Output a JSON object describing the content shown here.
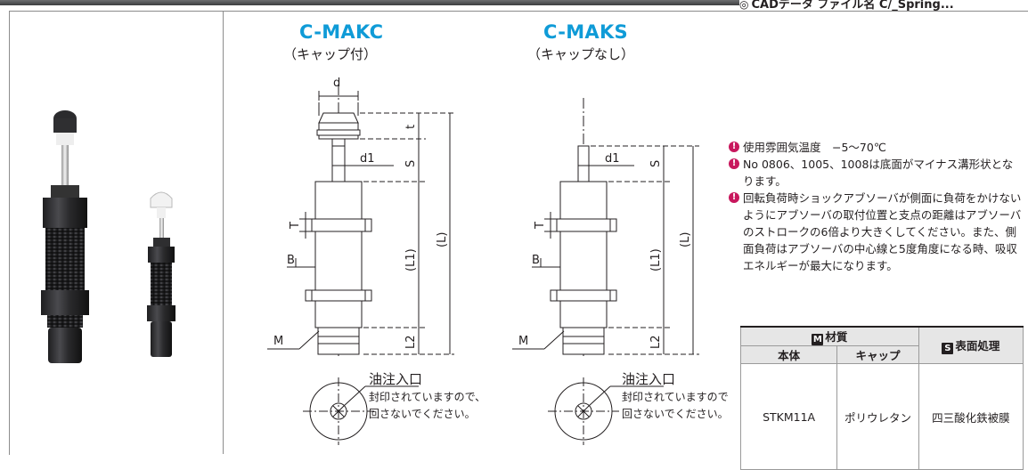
{
  "header": {
    "cad_note": "CADデータ ファイル名 C/_Spring..."
  },
  "photo": {
    "alt": "ショックアブソーバ 製品写真"
  },
  "left_figure": {
    "title": "C-MAKC",
    "subtitle": "（キャップ付）",
    "labels": {
      "d": "d",
      "d1": "d1",
      "t": "t",
      "S": "S",
      "T": "T",
      "B": "B",
      "L1": "(L1)",
      "L": "(L)",
      "L2": "L2",
      "M": "M"
    },
    "oil_title": "油注入口",
    "oil_line1": "封印されていますので、",
    "oil_line2": "回さないでください。"
  },
  "right_figure": {
    "title": "C-MAKS",
    "subtitle": "（キャップなし）",
    "labels": {
      "d1": "d1",
      "S": "S",
      "T": "T",
      "B": "B",
      "L1": "(L1)",
      "L": "(L)",
      "L2": "L2",
      "M": "M"
    },
    "oil_title": "油注入口",
    "oil_line1": "封印されていますので",
    "oil_line2": "回さないでください。"
  },
  "notes": [
    {
      "icon": "caution-icon",
      "text": "使用雰囲気温度　−5〜70℃"
    },
    {
      "icon": "caution-icon",
      "text": "No 0806、1005、1008は底面がマイナス溝形状となります。"
    },
    {
      "icon": "caution-icon",
      "text": "回転負荷時ショックアブソーバが側面に負荷をかけないようにアブソーバの取付位置と支点の距離はアブソーバのストロークの6倍より大きくしてください。また、側面負荷はアブソーバの中心線と5度角度になる時、吸収エネルギーが最大になります。"
    }
  ],
  "spec_table": {
    "material_badge": "M",
    "material_header": "材質",
    "surface_badge": "S",
    "surface_header": "表面処理",
    "body_header": "本体",
    "cap_header": "キャップ",
    "body_value": "STKM11A",
    "cap_value": "ポリウレタン",
    "surface_value": "四三酸化鉄被膜"
  },
  "colors": {
    "title_blue": "#0f9bd7",
    "caution_mark": "#c8175d",
    "line": "#231f20"
  }
}
